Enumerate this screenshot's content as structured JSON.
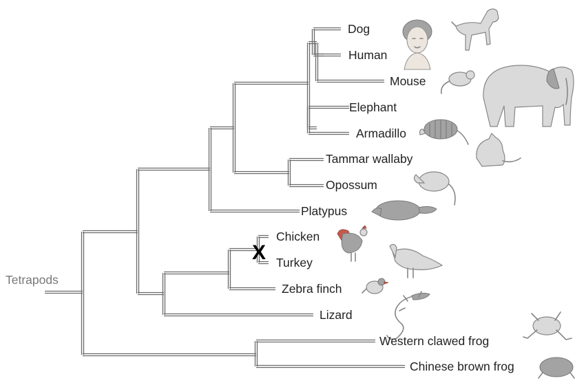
{
  "root": {
    "label": "Tetrapods"
  },
  "taxa": [
    {
      "id": "dog",
      "label": "Dog",
      "icon": "dog-icon"
    },
    {
      "id": "human",
      "label": "Human",
      "icon": "human-portrait-icon"
    },
    {
      "id": "mouse",
      "label": "Mouse",
      "icon": "mouse-icon"
    },
    {
      "id": "elephant",
      "label": "Elephant",
      "icon": "elephant-icon"
    },
    {
      "id": "armadillo",
      "label": "Armadillo",
      "icon": "armadillo-icon"
    },
    {
      "id": "tammar",
      "label": "Tammar wallaby",
      "icon": "wallaby-icon"
    },
    {
      "id": "opossum",
      "label": "Opossum",
      "icon": "opossum-icon"
    },
    {
      "id": "platypus",
      "label": "Platypus",
      "icon": "platypus-icon"
    },
    {
      "id": "chicken",
      "label": "Chicken",
      "icon": "rooster-icon"
    },
    {
      "id": "turkey",
      "label": "Turkey",
      "icon": "turkey-icon"
    },
    {
      "id": "zebrafinch",
      "label": "Zebra finch",
      "icon": "finch-icon"
    },
    {
      "id": "lizard",
      "label": "Lizard",
      "icon": "lizard-icon"
    },
    {
      "id": "xenopus",
      "label": "Western clawed frog",
      "icon": "clawed-frog-icon"
    },
    {
      "id": "chinesefrog",
      "label": "Chinese brown frog",
      "icon": "brown-frog-icon"
    }
  ],
  "marker": {
    "symbol": "X"
  }
}
